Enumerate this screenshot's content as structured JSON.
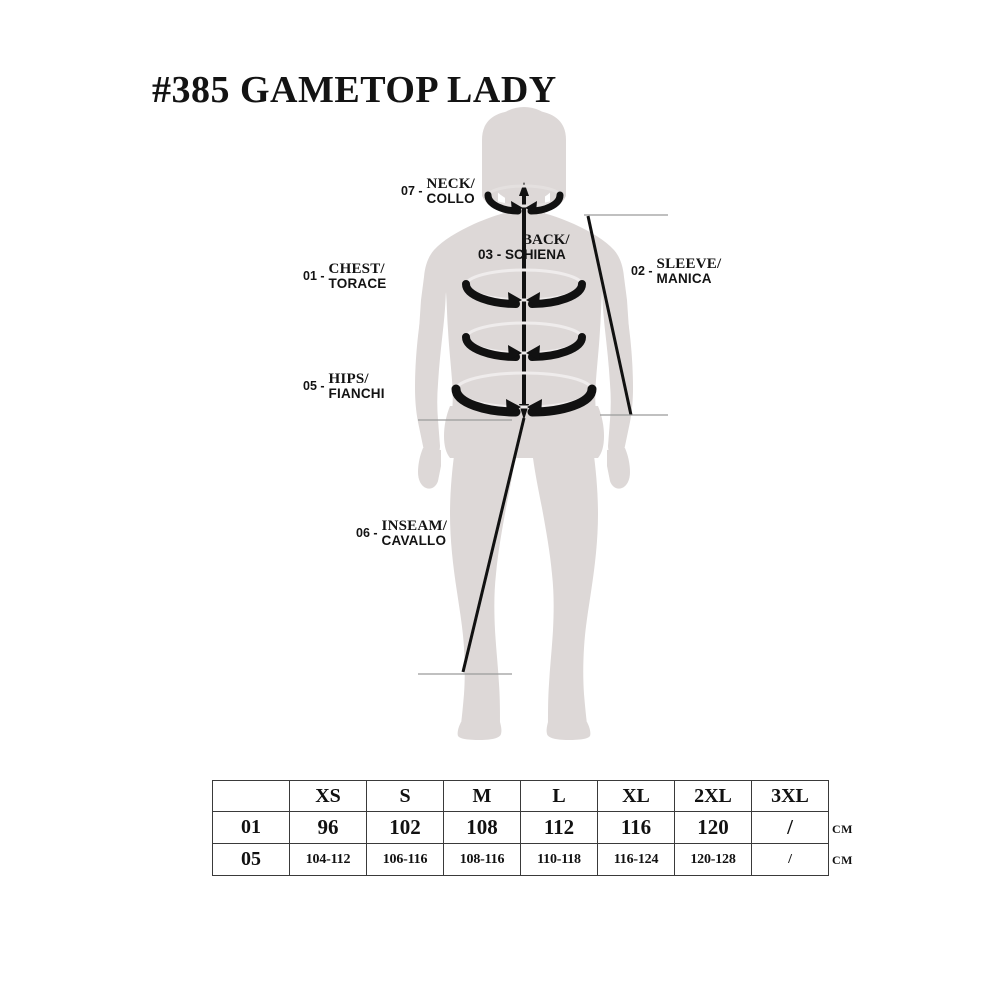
{
  "title": "#385 GAMETOP LADY",
  "figure": {
    "alt_name": "female-body-measurement-silhouette",
    "body_color": "#ddd8d7",
    "line_color": "#111111",
    "callouts": [
      {
        "id": "neck",
        "num": "07 -",
        "line1": "NECK/",
        "line2": "COLLO"
      },
      {
        "id": "chest",
        "num": "01 -",
        "line1": "CHEST/",
        "line2": "TORACE"
      },
      {
        "id": "hips",
        "num": "05 -",
        "line1": "HIPS/",
        "line2": "FIANCHI"
      },
      {
        "id": "inseam",
        "num": "06 -",
        "line1": "INSEAM/",
        "line2": "CAVALLO"
      },
      {
        "id": "sleeve",
        "num": "02 -",
        "line1": "SLEEVE/",
        "line2": "MANICA"
      }
    ],
    "back_callout": {
      "line1": "BACK/",
      "line2": "03 - SCHIENA"
    }
  },
  "size_table": {
    "corner_label": "",
    "sizes": [
      "XS",
      "S",
      "M",
      "L",
      "XL",
      "2XL",
      "3XL"
    ],
    "rows": [
      {
        "key": "01",
        "values": [
          "96",
          "102",
          "108",
          "112",
          "116",
          "120",
          "/"
        ],
        "unit": "CM"
      },
      {
        "key": "05",
        "values": [
          "104-112",
          "106-116",
          "108-116",
          "110-118",
          "116-124",
          "120-128",
          "/"
        ],
        "unit": "CM"
      }
    ]
  }
}
